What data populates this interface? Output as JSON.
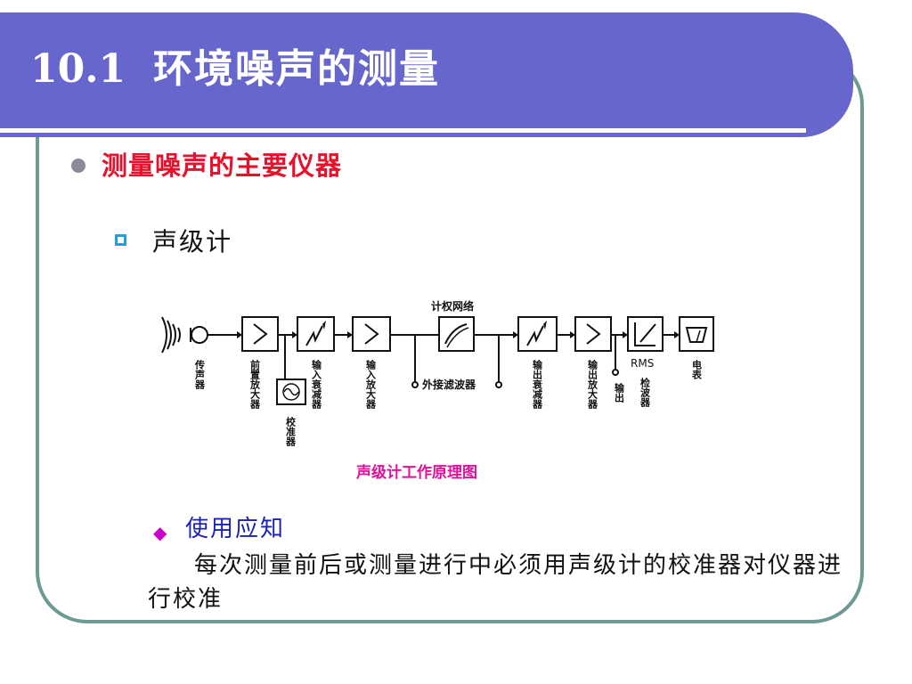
{
  "slide": {
    "number": "10.1",
    "title": "环境噪声的测量",
    "heading": "测量噪声的主要仪器",
    "sub_item": "声级计",
    "usage_title": "使用应知",
    "usage_text": "每次测量前后或测量进行中必须用声级计的校准器对仪器进行校准"
  },
  "diagram": {
    "caption": "声级计工作原理图",
    "labels": {
      "transducer": "传声器",
      "preamp": "前置放大器",
      "calibrator": "校准器",
      "input_attenuator": "输入衰减器",
      "input_amp": "输入放大器",
      "weighting": "计权网络",
      "external_filter": "外接滤波器",
      "output_attenuator": "输出衰减器",
      "output_amp": "输出放大器",
      "output": "输出",
      "rms": "RMS",
      "detector": "检波器",
      "meter": "电表"
    }
  }
}
